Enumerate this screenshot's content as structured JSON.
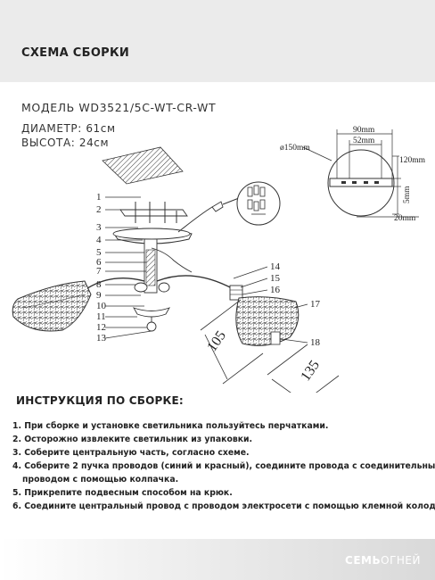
{
  "header": {
    "title": "СХЕМА СБОРКИ"
  },
  "product": {
    "model": "МОДЕЛЬ WD3521/5C-WT-CR-WT",
    "diameter": "ДИАМЕТР: 61см",
    "height": "ВЫСОТА: 24см"
  },
  "diagram": {
    "parts": [
      "1",
      "2",
      "3",
      "4",
      "5",
      "6",
      "7",
      "8",
      "9",
      "10",
      "11",
      "12",
      "13",
      "14",
      "15",
      "16",
      "17",
      "18"
    ],
    "bracket": {
      "d150": "ø150mm",
      "w90": "90mm",
      "w52": "52mm",
      "h120": "120mm",
      "h5": "5mm",
      "w20": "20mm"
    },
    "shade": {
      "d105": "105",
      "d135": "135"
    }
  },
  "instructions": {
    "title": "ИНСТРУКЦИЯ ПО СБОРКЕ:",
    "steps": [
      {
        "num": "1.",
        "text": "При сборке и установке светильника пользуйтесь перчатками."
      },
      {
        "num": "2.",
        "text": "Осторожно извлеките светильник из упаковки."
      },
      {
        "num": "3.",
        "text": "Соберите центральную часть, согласно схеме."
      },
      {
        "num": "4.",
        "text": "Соберите 2 пучка проводов (синий и красный), соедините провода с соединительным",
        "cont": "проводом с помощью колпачка."
      },
      {
        "num": "5.",
        "text": "Прикрепите подвесным способом  на крюк."
      },
      {
        "num": "6.",
        "text": "Соедините центральный провод с проводом электросети с помощью клемной колодки."
      }
    ]
  },
  "brand": {
    "part1": "СЕМЬ",
    "part2": "ОГНЕЙ"
  },
  "colors": {
    "header_bg": "#ebebeb",
    "line": "#333333",
    "brand_text": "#ffffff"
  }
}
